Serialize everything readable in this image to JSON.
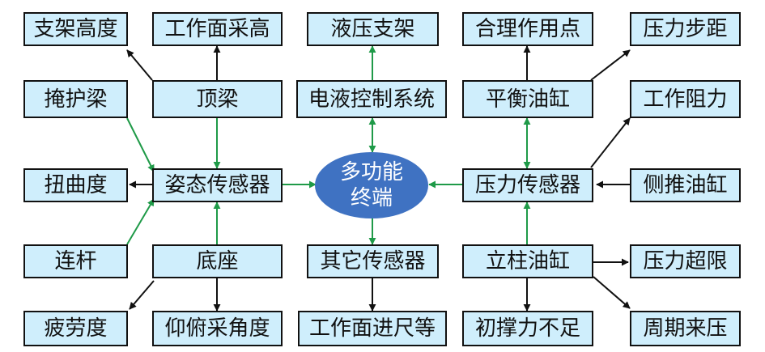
{
  "center": {
    "line1": "多功能",
    "line2": "终端"
  },
  "boxes": {
    "support_height": "支架高度",
    "working_face_height": "工作面采高",
    "hydraulic_support": "液压支架",
    "action_point": "合理作用点",
    "pressure_step": "压力步距",
    "shield_beam": "掩护梁",
    "top_beam": "顶梁",
    "ehc_system": "电液控制系统",
    "balance_cylinder": "平衡油缸",
    "working_resistance": "工作阻力",
    "torsion": "扭曲度",
    "attitude_sensor": "姿态传感器",
    "pressure_sensor": "压力传感器",
    "side_push_cylinder": "侧推油缸",
    "link_rod": "连杆",
    "base": "底座",
    "other_sensors": "其它传感器",
    "column_cylinder": "立柱油缸",
    "pressure_overlimit": "压力超限",
    "fatigue": "疲劳度",
    "pitch_angle": "仰俯采角度",
    "face_advance": "工作面进尺等",
    "insufficient_support": "初撑力不足",
    "periodic_weighting": "周期来压"
  },
  "colors": {
    "box_fill": "#cfeefc",
    "hub_fill": "#3f72c2",
    "arrow_black": "#111111",
    "arrow_green": "#1f9a48"
  }
}
